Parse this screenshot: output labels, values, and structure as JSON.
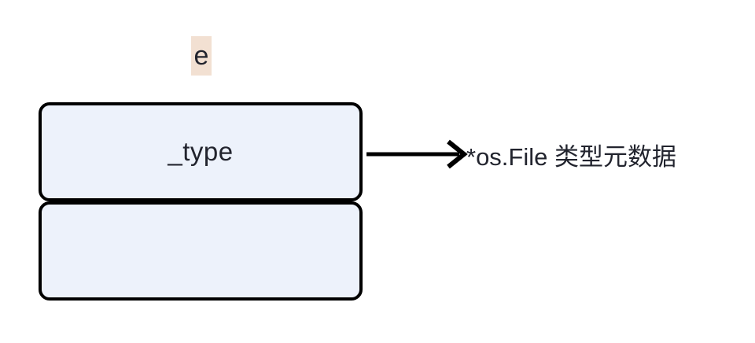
{
  "diagram": {
    "background_color": "#ffffff",
    "annotation": {
      "text": "e",
      "highlight_color": "#f2e0d2",
      "text_color": "#22242e"
    },
    "struct": {
      "fill_color": "#edf2fb",
      "border_color": "#000000",
      "fields": [
        {
          "label": "_type"
        },
        {
          "label": ""
        }
      ]
    },
    "arrow": {
      "icon": "arrow-right-icon",
      "color": "#000000"
    },
    "caption": {
      "text": "*os.File 类型元数据",
      "text_color": "#22242e"
    }
  }
}
